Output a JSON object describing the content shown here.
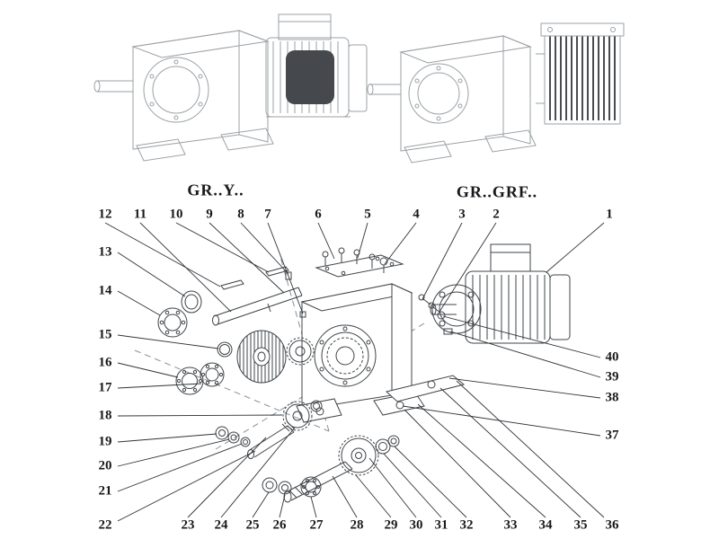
{
  "models": {
    "left": "GR..Y..",
    "right": "GR..GRF.."
  },
  "callouts": [
    "1",
    "2",
    "3",
    "4",
    "5",
    "6",
    "7",
    "8",
    "9",
    "10",
    "11",
    "12",
    "13",
    "14",
    "15",
    "16",
    "17",
    "18",
    "19",
    "20",
    "21",
    "22",
    "23",
    "24",
    "25",
    "26",
    "27",
    "28",
    "29",
    "30",
    "31",
    "32",
    "33",
    "34",
    "35",
    "36",
    "37",
    "38",
    "39",
    "40"
  ],
  "colors": {
    "assembled_line_art": "#9ba1a6",
    "exploded_line_art": "#3f4448",
    "leader_line": "#2f3338",
    "text": "#17191c",
    "motor_dark": "#45484c",
    "background": "#ffffff"
  }
}
